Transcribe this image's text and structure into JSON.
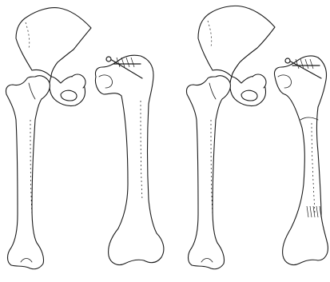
{
  "figure": {
    "panels": [
      {
        "id": "left",
        "elements": [
          "pelvis",
          "normal-femur",
          "fixed-femur"
        ]
      },
      {
        "id": "right",
        "elements": [
          "pelvis",
          "normal-femur",
          "fixed-femur",
          "fracture-line"
        ]
      }
    ]
  }
}
